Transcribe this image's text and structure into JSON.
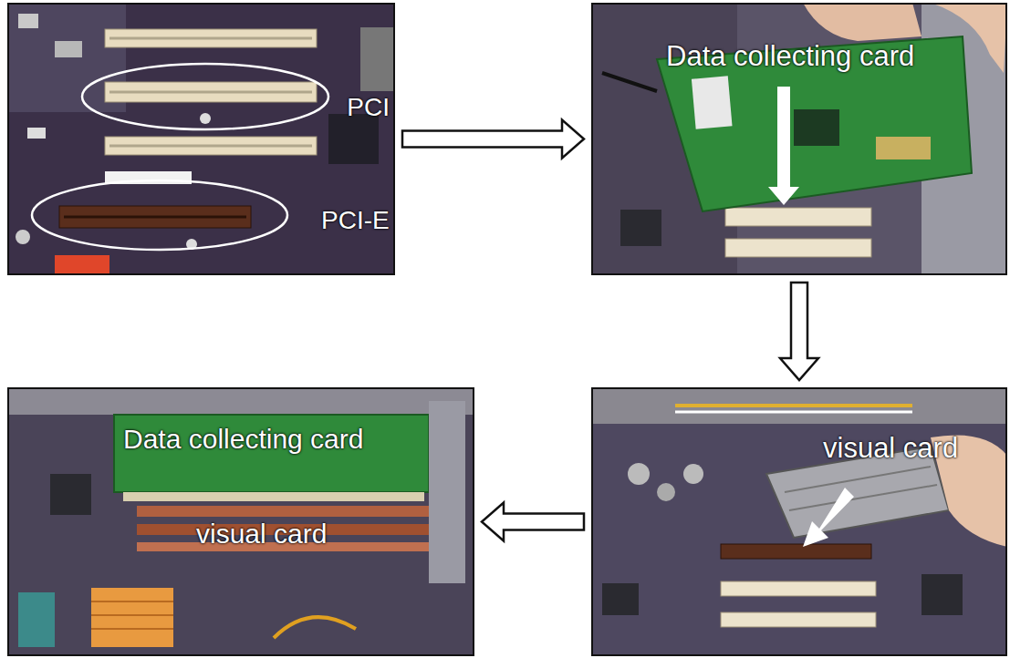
{
  "diagram": {
    "nodes": [
      {
        "text": [
          "PCI",
          "PCI-E"
        ]
      },
      {
        "text": [
          "Data collecting card"
        ]
      },
      {
        "text": [
          "visual card"
        ]
      },
      {
        "text": [
          "Data collecting card",
          "visual card"
        ]
      }
    ],
    "edges": [
      {
        "from": 0,
        "to": 1,
        "arrow": "to"
      },
      {
        "from": 1,
        "to": 2,
        "arrow": "to"
      },
      {
        "from": 2,
        "to": 3,
        "arrow": "to"
      }
    ]
  }
}
